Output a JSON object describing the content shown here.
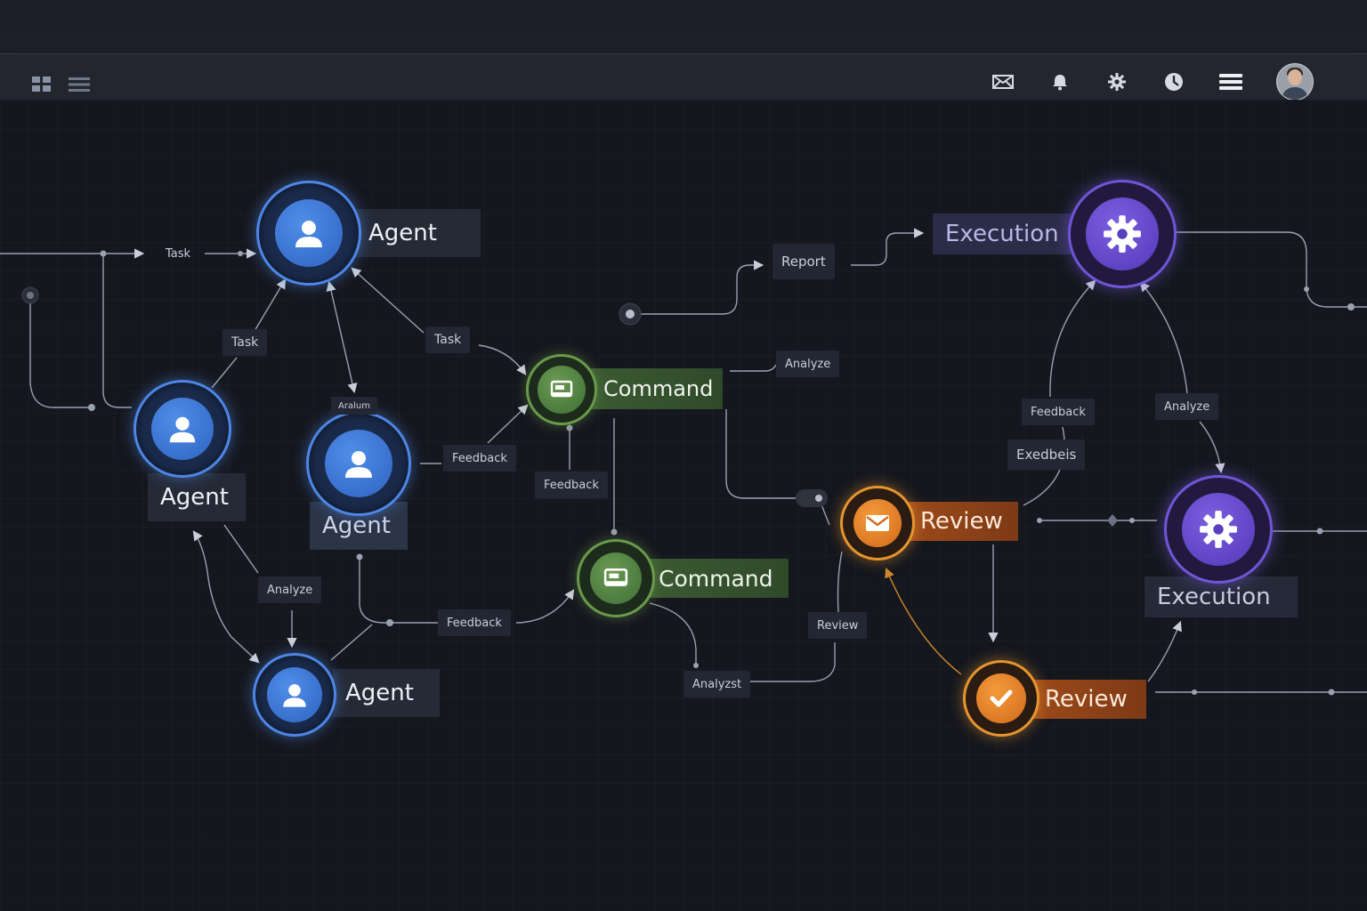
{
  "toolbar": {
    "left_icons": [
      "grid-icon",
      "list-icon"
    ],
    "right_icons": [
      "mail-icon",
      "bell-icon",
      "gear-icon",
      "clock-icon",
      "menu-icon"
    ],
    "avatar": "user-avatar"
  },
  "colors": {
    "background": "#15171e",
    "agent": "#4d86e6",
    "command": "#6a9a4a",
    "review": "#e6952e",
    "execution": "#6f56d6"
  },
  "nodes": [
    {
      "id": "agent-1",
      "kind": "agent",
      "label": "Agent",
      "icon": "user-icon"
    },
    {
      "id": "agent-2",
      "kind": "agent",
      "label": "Agent",
      "icon": "user-icon"
    },
    {
      "id": "agent-3",
      "kind": "agent",
      "label": "Agent",
      "icon": "user-icon"
    },
    {
      "id": "agent-4",
      "kind": "agent",
      "label": "Agent",
      "icon": "user-icon"
    },
    {
      "id": "command-1",
      "kind": "command",
      "label": "Command",
      "icon": "monitor-icon"
    },
    {
      "id": "command-2",
      "kind": "command",
      "label": "Command",
      "icon": "monitor-icon"
    },
    {
      "id": "review-1",
      "kind": "review",
      "label": "Review",
      "icon": "mail-icon"
    },
    {
      "id": "review-2",
      "kind": "review",
      "label": "Review",
      "icon": "check-icon"
    },
    {
      "id": "execution-1",
      "kind": "execution",
      "label": "Execution",
      "icon": "gear-icon"
    },
    {
      "id": "execution-2",
      "kind": "execution",
      "label": "Execution",
      "icon": "gear-icon"
    }
  ],
  "edge_labels": {
    "task_a": "Task",
    "task_b": "Task",
    "task_c": "Task",
    "analyze_a": "Analyze",
    "analyze_b": "Analyze",
    "analyze_c": "Analyze",
    "analyze_garbled": "Analyzst",
    "analyze_garbled_small": "Aralum",
    "feedback_a": "Feedback",
    "feedback_b": "Feedback",
    "feedback_c": "Feedback",
    "feedback_d": "Feedback",
    "exec_garbled": "Exedbeis",
    "review": "Review",
    "report": "Report"
  }
}
